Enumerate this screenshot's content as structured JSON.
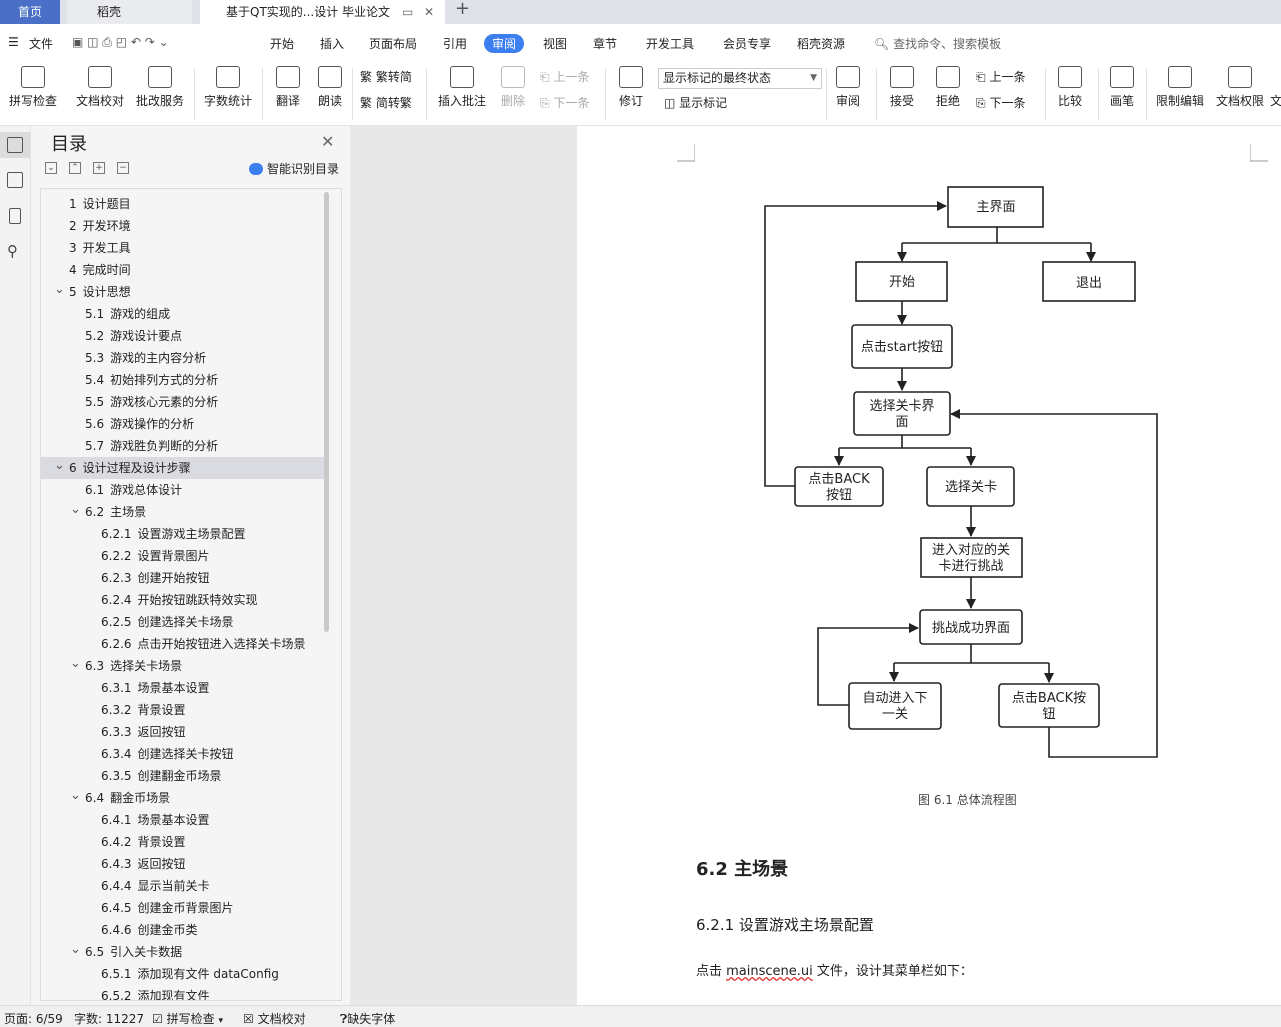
{
  "tabs": {
    "home": "首页",
    "daoke": "稻壳",
    "doc": "基于QT实现的...设计 毕业论文"
  },
  "menu": {
    "file": "文件",
    "items": [
      "开始",
      "插入",
      "页面布局",
      "引用",
      "审阅",
      "视图",
      "章节",
      "开发工具",
      "会员专享",
      "稻壳资源"
    ],
    "active_index": 4,
    "search_placeholder": "查找命令、搜索模板"
  },
  "ribbon": {
    "spellcheck": "拼写检查",
    "doc_check": "文档校对",
    "revise_service": "批改服务",
    "word_count": "字数统计",
    "translate": "翻译",
    "read_aloud": "朗读",
    "trad_to_simp": "繁转简",
    "simp_to_trad": "简转繁",
    "insert_comment": "插入批注",
    "delete": "删除",
    "prev_comment": "上一条",
    "next_comment": "下一条",
    "track": "修订",
    "markup_state": "显示标记的最终状态",
    "show_markup": "显示标记",
    "review": "审阅",
    "accept": "接受",
    "reject": "拒绝",
    "prev_change": "上一条",
    "next_change": "下一条",
    "compare": "比较",
    "pen": "画笔",
    "restrict_edit": "限制编辑",
    "doc_permission": "文档权限",
    "overflow": "文"
  },
  "toc": {
    "title": "目录",
    "smart": "智能识别目录",
    "items": [
      {
        "num": "1",
        "text": "设计题目",
        "level": 0
      },
      {
        "num": "2",
        "text": "开发环境",
        "level": 0
      },
      {
        "num": "3",
        "text": "开发工具",
        "level": 0
      },
      {
        "num": "4",
        "text": "完成时间",
        "level": 0
      },
      {
        "num": "5",
        "text": "设计思想",
        "level": 0,
        "expand": true
      },
      {
        "num": "5.1",
        "text": "游戏的组成",
        "level": 1
      },
      {
        "num": "5.2",
        "text": "游戏设计要点",
        "level": 1
      },
      {
        "num": "5.3",
        "text": "游戏的主内容分析",
        "level": 1
      },
      {
        "num": "5.4",
        "text": "初始排列方式的分析",
        "level": 1
      },
      {
        "num": "5.5",
        "text": "游戏核心元素的分析",
        "level": 1
      },
      {
        "num": "5.6",
        "text": "游戏操作的分析",
        "level": 1
      },
      {
        "num": "5.7",
        "text": "游戏胜负判断的分析",
        "level": 1
      },
      {
        "num": "6",
        "text": "设计过程及设计步骤",
        "level": 0,
        "expand": true,
        "current": true
      },
      {
        "num": "6.1",
        "text": "游戏总体设计",
        "level": 1
      },
      {
        "num": "6.2",
        "text": "主场景",
        "level": 1,
        "expand": true
      },
      {
        "num": "6.2.1",
        "text": "设置游戏主场景配置",
        "level": 2
      },
      {
        "num": "6.2.2",
        "text": "设置背景图片",
        "level": 2
      },
      {
        "num": "6.2.3",
        "text": "创建开始按钮",
        "level": 2
      },
      {
        "num": "6.2.4",
        "text": "开始按钮跳跃特效实现",
        "level": 2
      },
      {
        "num": "6.2.5",
        "text": "创建选择关卡场景",
        "level": 2
      },
      {
        "num": "6.2.6",
        "text": "点击开始按钮进入选择关卡场景",
        "level": 2
      },
      {
        "num": "6.3",
        "text": "选择关卡场景",
        "level": 1,
        "expand": true
      },
      {
        "num": "6.3.1",
        "text": "场景基本设置",
        "level": 2
      },
      {
        "num": "6.3.2",
        "text": "背景设置",
        "level": 2
      },
      {
        "num": "6.3.3",
        "text": "返回按钮",
        "level": 2
      },
      {
        "num": "6.3.4",
        "text": "创建选择关卡按钮",
        "level": 2
      },
      {
        "num": "6.3.5",
        "text": "创建翻金币场景",
        "level": 2
      },
      {
        "num": "6.4",
        "text": "翻金币场景",
        "level": 1,
        "expand": true
      },
      {
        "num": "6.4.1",
        "text": "场景基本设置",
        "level": 2
      },
      {
        "num": "6.4.2",
        "text": "背景设置",
        "level": 2
      },
      {
        "num": "6.4.3",
        "text": "返回按钮",
        "level": 2
      },
      {
        "num": "6.4.4",
        "text": "显示当前关卡",
        "level": 2
      },
      {
        "num": "6.4.5",
        "text": "创建金币背景图片",
        "level": 2
      },
      {
        "num": "6.4.6",
        "text": "创建金币类",
        "level": 2
      },
      {
        "num": "6.5",
        "text": "引入关卡数据",
        "level": 1,
        "expand": true
      },
      {
        "num": "6.5.1",
        "text": "添加现有文件 dataConfig",
        "level": 2
      },
      {
        "num": "6.5.2",
        "text": "添加现有文件",
        "level": 2
      }
    ]
  },
  "flow": {
    "main": "主界面",
    "start": "开始",
    "exit": "退出",
    "click_start": "点击start按钮",
    "select_l1": "选择关卡界",
    "select_l2": "面",
    "back1_l1": "点击BACK",
    "back1_l2": "按钮",
    "choose": "选择关卡",
    "enter_l1": "进入对应的关",
    "enter_l2": "卡进行挑战",
    "success": "挑战成功界面",
    "auto_l1": "自动进入下",
    "auto_l2": "一关",
    "back2_l1": "点击BACK按",
    "back2_l2": "钮"
  },
  "doc": {
    "caption": "图 6.1  总体流程图",
    "h2": "6.2  主场景",
    "h3": "6.2.1  设置游戏主场景配置",
    "para_pre": "点击 ",
    "para_link": "mainscene.ui",
    "para_post": " 文件，设计其菜单栏如下："
  },
  "status": {
    "page": "页面: 6/59",
    "words": "字数: 11227",
    "spell": "拼写检查",
    "check": "文档校对",
    "missing_font": "缺失字体"
  }
}
